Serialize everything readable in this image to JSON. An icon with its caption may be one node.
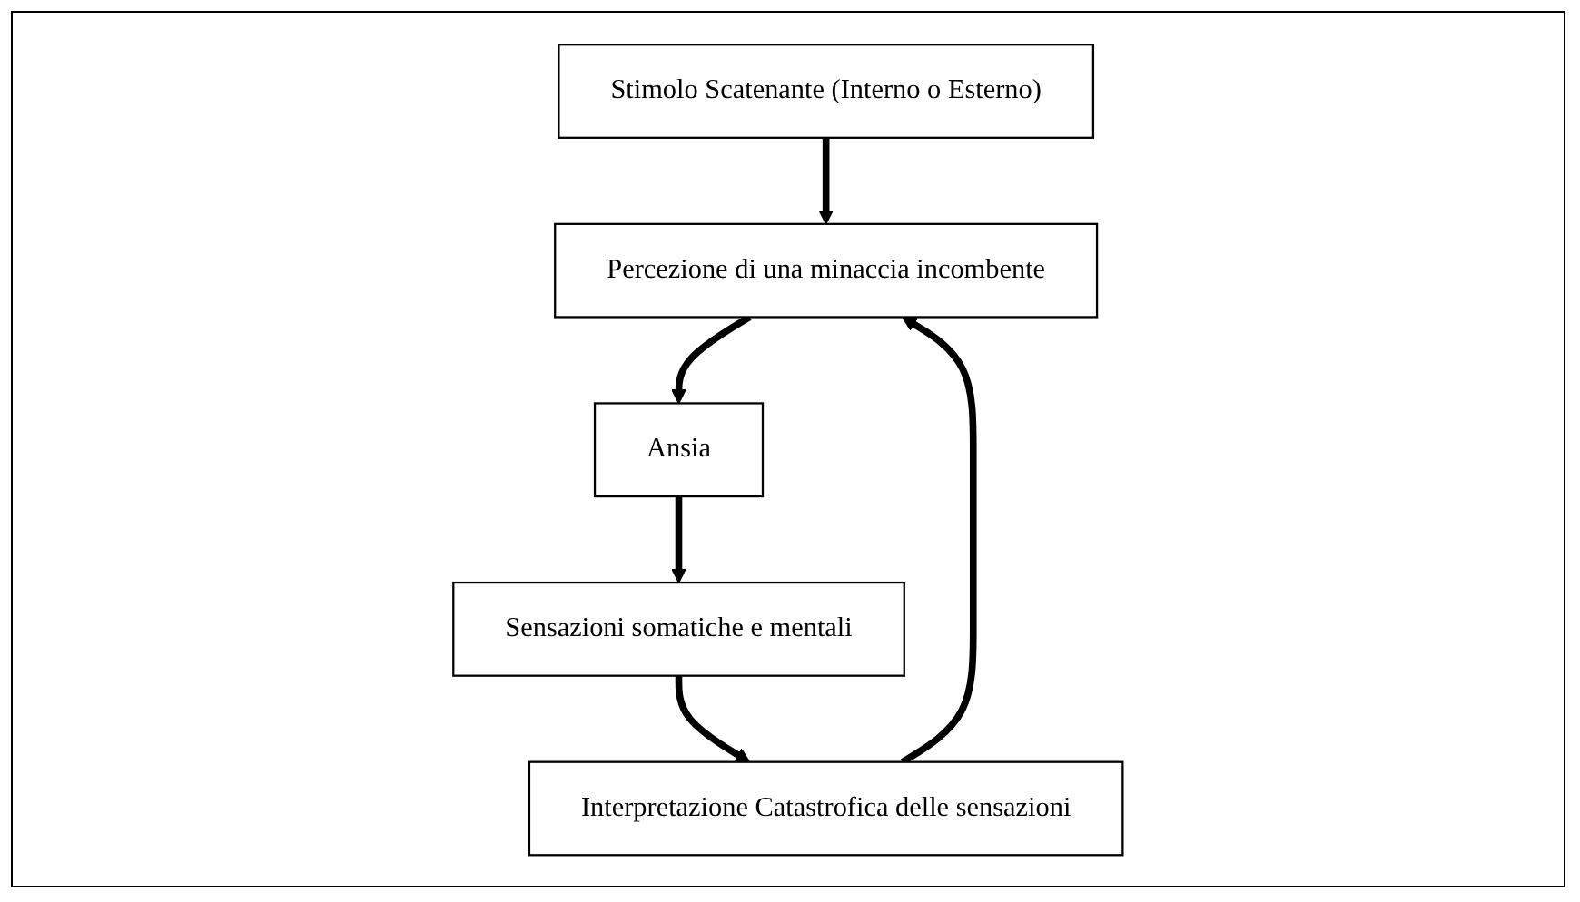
{
  "diagram": {
    "nodes": [
      {
        "text": [
          "Stimolo Scatenante (Interno o Esterno)"
        ]
      },
      {
        "text": [
          "Percezione di una minaccia incombente"
        ]
      },
      {
        "text": [
          "Ansia"
        ]
      },
      {
        "text": [
          "Sensazioni somatiche e mentali"
        ]
      },
      {
        "text": [
          "Interpretazione Catastrofica delle sensazioni"
        ]
      }
    ],
    "edges": [
      {
        "from": 0,
        "to": 1,
        "arrow": "to"
      },
      {
        "from": 1,
        "to": 2,
        "arrow": "to"
      },
      {
        "from": 2,
        "to": 3,
        "arrow": "to"
      },
      {
        "from": 3,
        "to": 4,
        "arrow": "to"
      },
      {
        "from": 4,
        "to": 1,
        "arrow": "to"
      }
    ]
  }
}
